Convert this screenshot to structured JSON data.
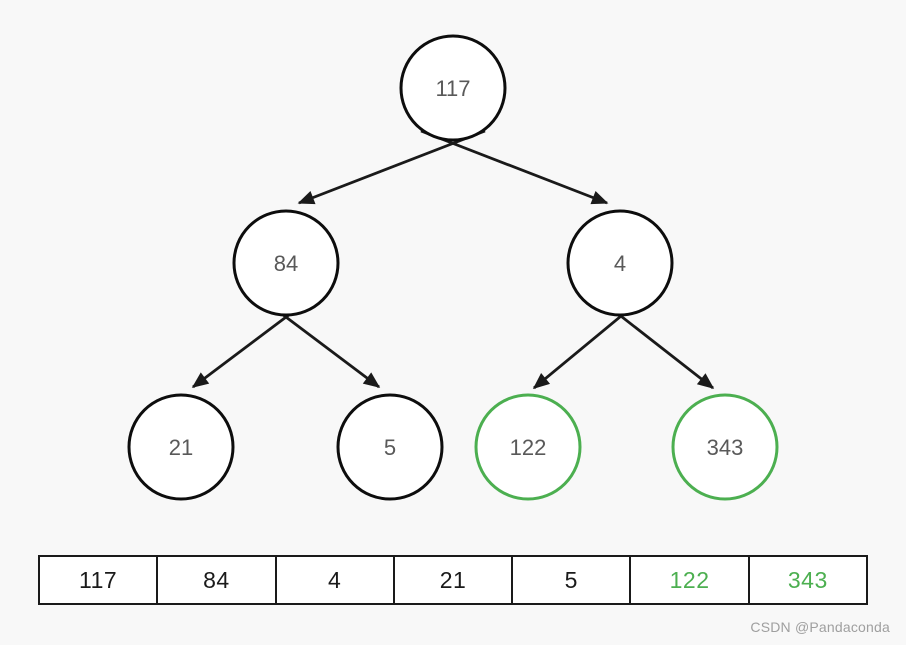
{
  "colors": {
    "background": "#f8f8f8",
    "node_fill": "#ffffff",
    "node_border": "#0d0d0d",
    "highlight_border": "#4caf50",
    "node_text": "#595959",
    "edge": "#1a1a1a",
    "array_text": "#1a1a1a",
    "array_highlight_text": "#4caf50",
    "watermark_text": "#9f9f9f"
  },
  "tree": {
    "description": "binary tree",
    "nodes": [
      {
        "id": "root",
        "value": "117",
        "level": 0,
        "highlighted": false
      },
      {
        "id": "left",
        "value": "84",
        "level": 1,
        "highlighted": false
      },
      {
        "id": "right",
        "value": "4",
        "level": 1,
        "highlighted": false
      },
      {
        "id": "left-left",
        "value": "21",
        "level": 2,
        "highlighted": false
      },
      {
        "id": "left-right",
        "value": "5",
        "level": 2,
        "highlighted": false
      },
      {
        "id": "right-left",
        "value": "122",
        "level": 2,
        "highlighted": true
      },
      {
        "id": "right-right",
        "value": "343",
        "level": 2,
        "highlighted": true
      }
    ],
    "edges": [
      {
        "from": "117",
        "to": "84"
      },
      {
        "from": "117",
        "to": "4"
      },
      {
        "from": "84",
        "to": "21"
      },
      {
        "from": "84",
        "to": "5"
      },
      {
        "from": "4",
        "to": "122"
      },
      {
        "from": "4",
        "to": "343"
      }
    ]
  },
  "array": {
    "cells": [
      {
        "value": "117",
        "highlighted": false
      },
      {
        "value": "84",
        "highlighted": false
      },
      {
        "value": "4",
        "highlighted": false
      },
      {
        "value": "21",
        "highlighted": false
      },
      {
        "value": "5",
        "highlighted": false
      },
      {
        "value": "122",
        "highlighted": true
      },
      {
        "value": "343",
        "highlighted": true
      }
    ]
  },
  "watermark": {
    "text": "CSDN @Pandaconda"
  }
}
